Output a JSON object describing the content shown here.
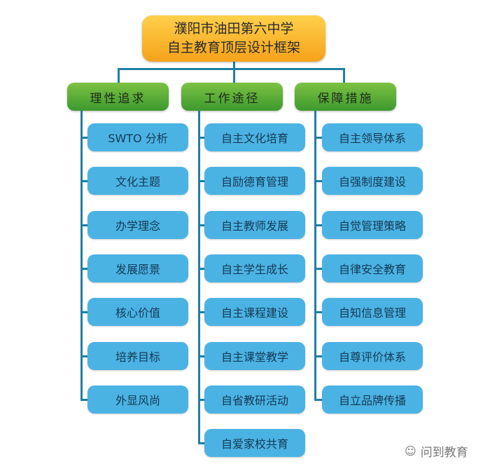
{
  "title": {
    "line1": "濮阳市油田第六中学",
    "line2": "自主教育顶层设计框架"
  },
  "columns": [
    {
      "header": "理性追求",
      "items": [
        "SWTO 分析",
        "文化主题",
        "办学理念",
        "发展愿景",
        "核心价值",
        "培养目标",
        "外显风尚"
      ]
    },
    {
      "header": "工作途径",
      "items": [
        "自主文化培育",
        "自励德育管理",
        "自主教师发展",
        "自主学生成长",
        "自主课程建设",
        "自主课堂教学",
        "自省教研活动",
        "自爱家校共育"
      ]
    },
    {
      "header": "保障措施",
      "items": [
        "自主领导体系",
        "自强制度建设",
        "自觉管理策略",
        "自律安全教育",
        "自知信息管理",
        "自尊评价体系",
        "自立品牌传播"
      ]
    }
  ],
  "watermark": "问到教育",
  "colors": {
    "title": "#f6a21a",
    "header": "#4fa834",
    "item": "#4bb3e3",
    "line": "#1e7fa6"
  }
}
